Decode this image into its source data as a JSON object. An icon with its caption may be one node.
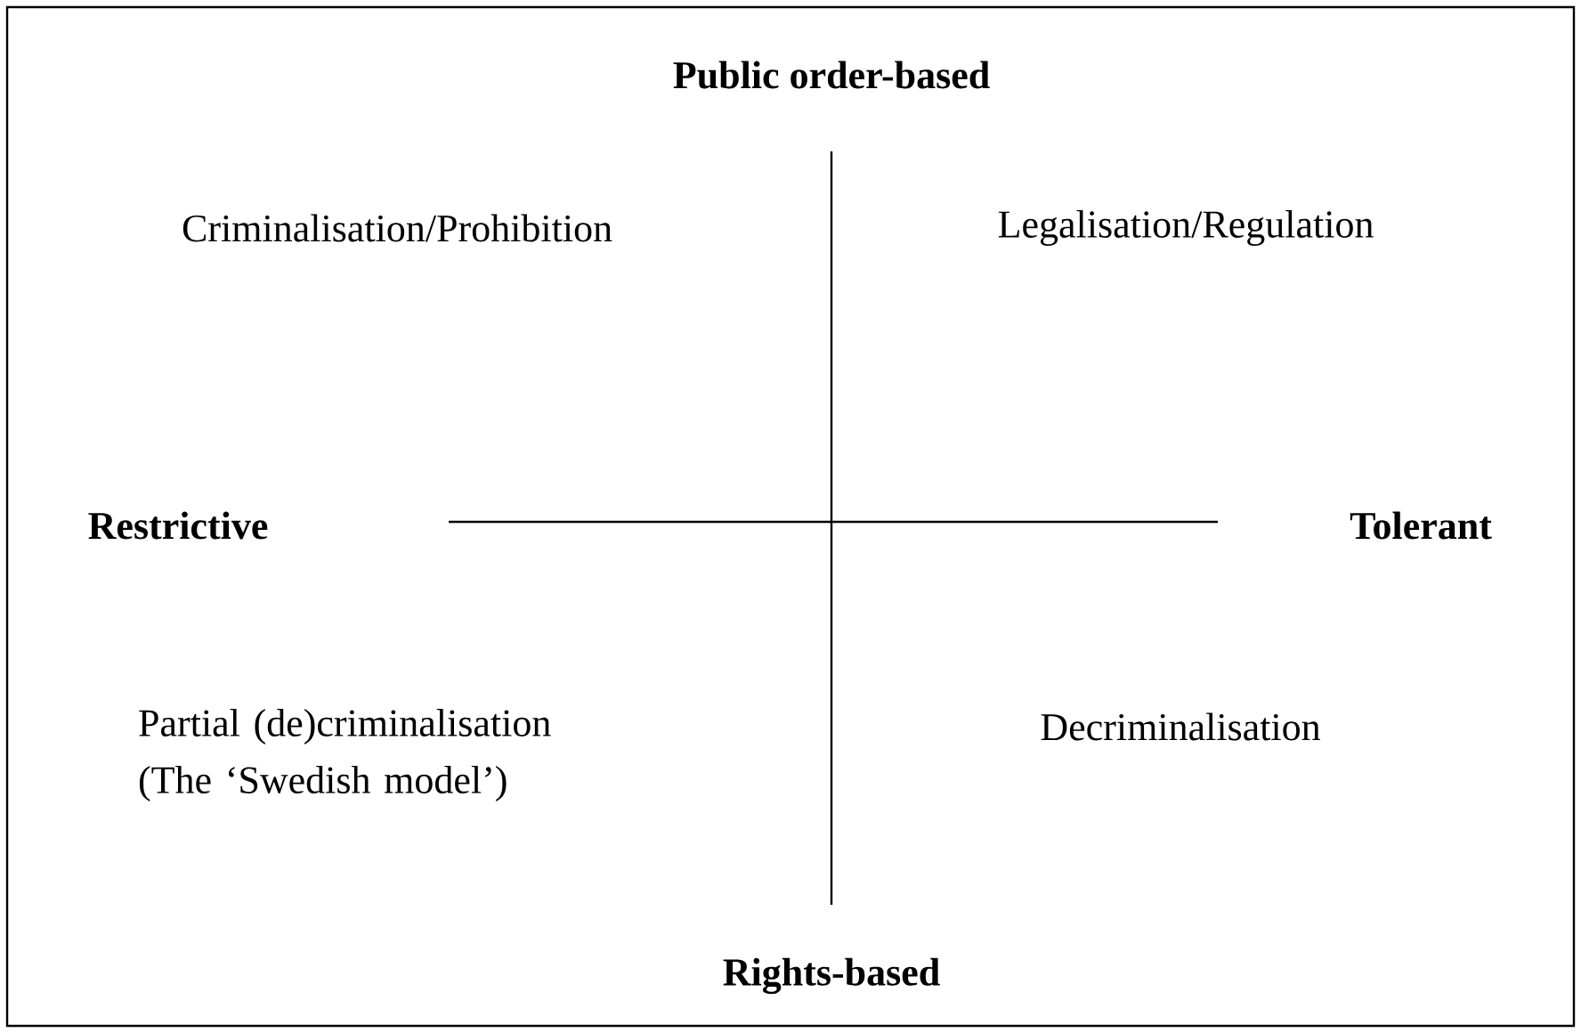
{
  "diagram": {
    "title": "Public order-based",
    "labels": [
      "Criminalisation/Prohibition",
      "Legalisation/Regulation",
      "Restrictive",
      "Tolerant",
      "Partial (de)criminalisation (The ‘Swedish model’)",
      "Decriminalisation",
      "Rights-based"
    ]
  }
}
